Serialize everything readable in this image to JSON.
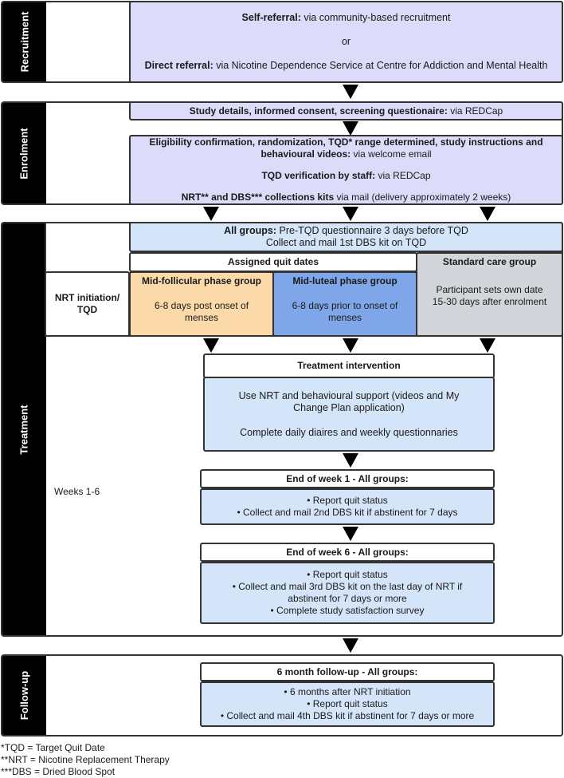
{
  "stages": {
    "recruitment": "Recruitment",
    "enrolment": "Enrolment",
    "treatment": "Treatment",
    "followup": "Follow-up"
  },
  "recruitment": {
    "self_bold": "Self-referral:",
    "self_rest": " via community-based recruitment",
    "or": "or",
    "direct_bold": "Direct referral:",
    "direct_rest": " via Nicotine Dependence Service at Centre for Addiction and Mental Health"
  },
  "enrolment": {
    "study_bold": "Study details, informed consent, screening questionaire:",
    "study_rest": " via REDCap",
    "elig_bold_1": "Eligibility confirmation, randomization, TQD* range determined, study instructions and",
    "elig_bold_2": "behavioural videos:",
    "elig_rest": " via welcome email",
    "tqd_bold": "TQD verification by staff:",
    "tqd_rest": " via REDCap",
    "kits_bold": "NRT** and DBS*** collections kits",
    "kits_rest": " via mail (delivery approximately 2 weeks)"
  },
  "treatment": {
    "all_groups_bold": "All groups:",
    "all_groups_rest": " Pre-TQD questionnaire 3 days before TQD",
    "all_groups_line2": "Collect and mail 1st DBS kit on TQD",
    "assigned": "Assigned quit dates",
    "standard_title": "Standard care group",
    "standard_body_1": "Participant sets own date",
    "standard_body_2": "15-30 days after enrolment",
    "nrt_label": "NRT initiation/ TQD",
    "follicular_title": "Mid-follicular phase group",
    "follicular_body": "6-8 days post onset of menses",
    "luteal_title": "Mid-luteal phase group",
    "luteal_body": "6-8 days prior to onset of menses",
    "weeks_label": "Weeks 1-6",
    "intervention_title": "Treatment intervention",
    "intervention_body_1": "Use NRT and behavioural support (videos and My Change Plan application)",
    "intervention_body_2": "Complete daily diaires and weekly questionnaries",
    "week1_title": "End of week 1 - All groups:",
    "week1_items": [
      "• Report quit status",
      "• Collect and mail 2nd DBS kit if abstinent for 7 days"
    ],
    "week6_title": "End of week 6 - All groups:",
    "week6_items": [
      "• Report quit status",
      "• Collect and mail 3rd DBS kit on the last day of NRT if abstinent for 7 days or more",
      "• Complete study satisfaction survey"
    ]
  },
  "followup": {
    "title": "6 month follow-up - All groups:",
    "items": [
      "• 6 months after NRT initiation",
      "• Report quit status",
      "• Collect and mail 4th DBS kit if abstinent for 7 days or more"
    ]
  },
  "footnotes": [
    "*TQD = Target Quit Date",
    "**NRT = Nicotine Replacement Therapy",
    "***DBS = Dried Blood Spot"
  ]
}
